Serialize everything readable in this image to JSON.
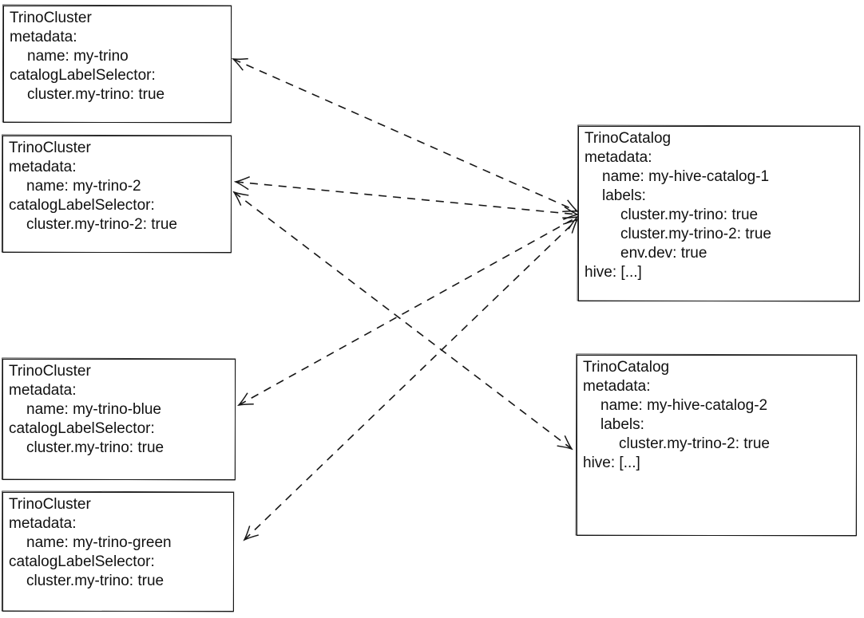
{
  "colors": {
    "stroke": "#161616",
    "text": "#111111",
    "background": "#ffffff"
  },
  "boxes": {
    "trino_cluster_1": {
      "kind": "TrinoCluster",
      "lines": [
        "TrinoCluster",
        "metadata:",
        "name: my-trino",
        "catalogLabelSelector:",
        "cluster.my-trino: true"
      ]
    },
    "trino_cluster_2": {
      "kind": "TrinoCluster",
      "lines": [
        "TrinoCluster",
        "metadata:",
        "name: my-trino-2",
        "catalogLabelSelector:",
        "cluster.my-trino-2: true"
      ]
    },
    "trino_cluster_blue": {
      "kind": "TrinoCluster",
      "lines": [
        "TrinoCluster",
        "metadata:",
        "name: my-trino-blue",
        "catalogLabelSelector:",
        "cluster.my-trino: true"
      ]
    },
    "trino_cluster_green": {
      "kind": "TrinoCluster",
      "lines": [
        "TrinoCluster",
        "metadata:",
        "name: my-trino-green",
        "catalogLabelSelector:",
        "cluster.my-trino: true"
      ]
    },
    "trino_catalog_1": {
      "kind": "TrinoCatalog",
      "lines": [
        "TrinoCatalog",
        "metadata:",
        "name: my-hive-catalog-1",
        "labels:",
        "cluster.my-trino: true",
        "cluster.my-trino-2: true",
        "env.dev: true",
        "hive: [...]"
      ]
    },
    "trino_catalog_2": {
      "kind": "TrinoCatalog",
      "lines": [
        "TrinoCatalog",
        "metadata:",
        "name: my-hive-catalog-2",
        "labels:",
        "cluster.my-trino-2: true",
        "hive: [...]"
      ]
    }
  },
  "edges": [
    {
      "from": "my-trino",
      "to": "my-hive-catalog-1",
      "style": "dashed, arrowheads both ends"
    },
    {
      "from": "my-trino-2",
      "to": "my-hive-catalog-1",
      "style": "dashed, arrowheads both ends"
    },
    {
      "from": "my-trino-blue",
      "to": "my-hive-catalog-1",
      "style": "dashed, arrowheads both ends"
    },
    {
      "from": "my-trino-green",
      "to": "my-hive-catalog-1",
      "style": "dashed, arrowheads both ends"
    },
    {
      "from": "my-trino-2",
      "to": "my-hive-catalog-2",
      "style": "dashed, arrowheads both ends"
    }
  ]
}
